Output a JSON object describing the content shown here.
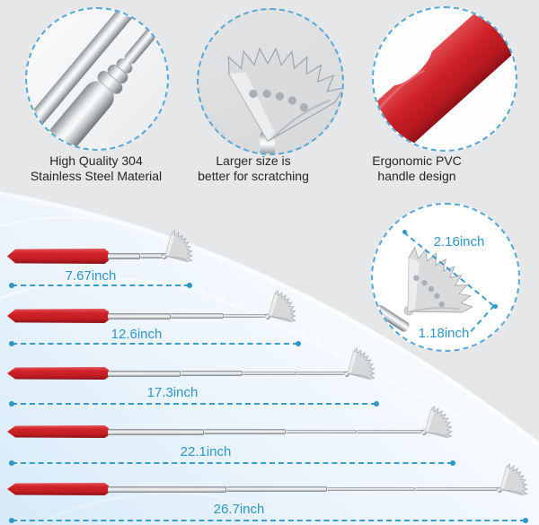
{
  "features": [
    {
      "icon": "telescopic-steel-pole-photo",
      "caption_line1": "High Quality 304",
      "caption_line2": "Stainless Steel Material"
    },
    {
      "icon": "scratcher-head-photo",
      "caption_line1": "Larger size is",
      "caption_line2": "better for scratching"
    },
    {
      "icon": "red-pvc-handle-photo",
      "caption_line1": "Ergonomic PVC",
      "caption_line2": "handle design"
    }
  ],
  "size_rows": [
    {
      "length_label": "7.67inch"
    },
    {
      "length_label": "12.6inch"
    },
    {
      "length_label": "17.3inch"
    },
    {
      "length_label": "22.1inch"
    },
    {
      "length_label": "26.7inch"
    }
  ],
  "head_detail": {
    "width_label": "2.16inch",
    "neck_label": "1.18inch"
  },
  "colors": {
    "accent_blue": "#2e96c9",
    "dashed_circle_blue": "#55a7d6",
    "handle_red": "#d0232a",
    "background_gray": "#e6e7e9",
    "background_blue": "#d7eaf8"
  }
}
